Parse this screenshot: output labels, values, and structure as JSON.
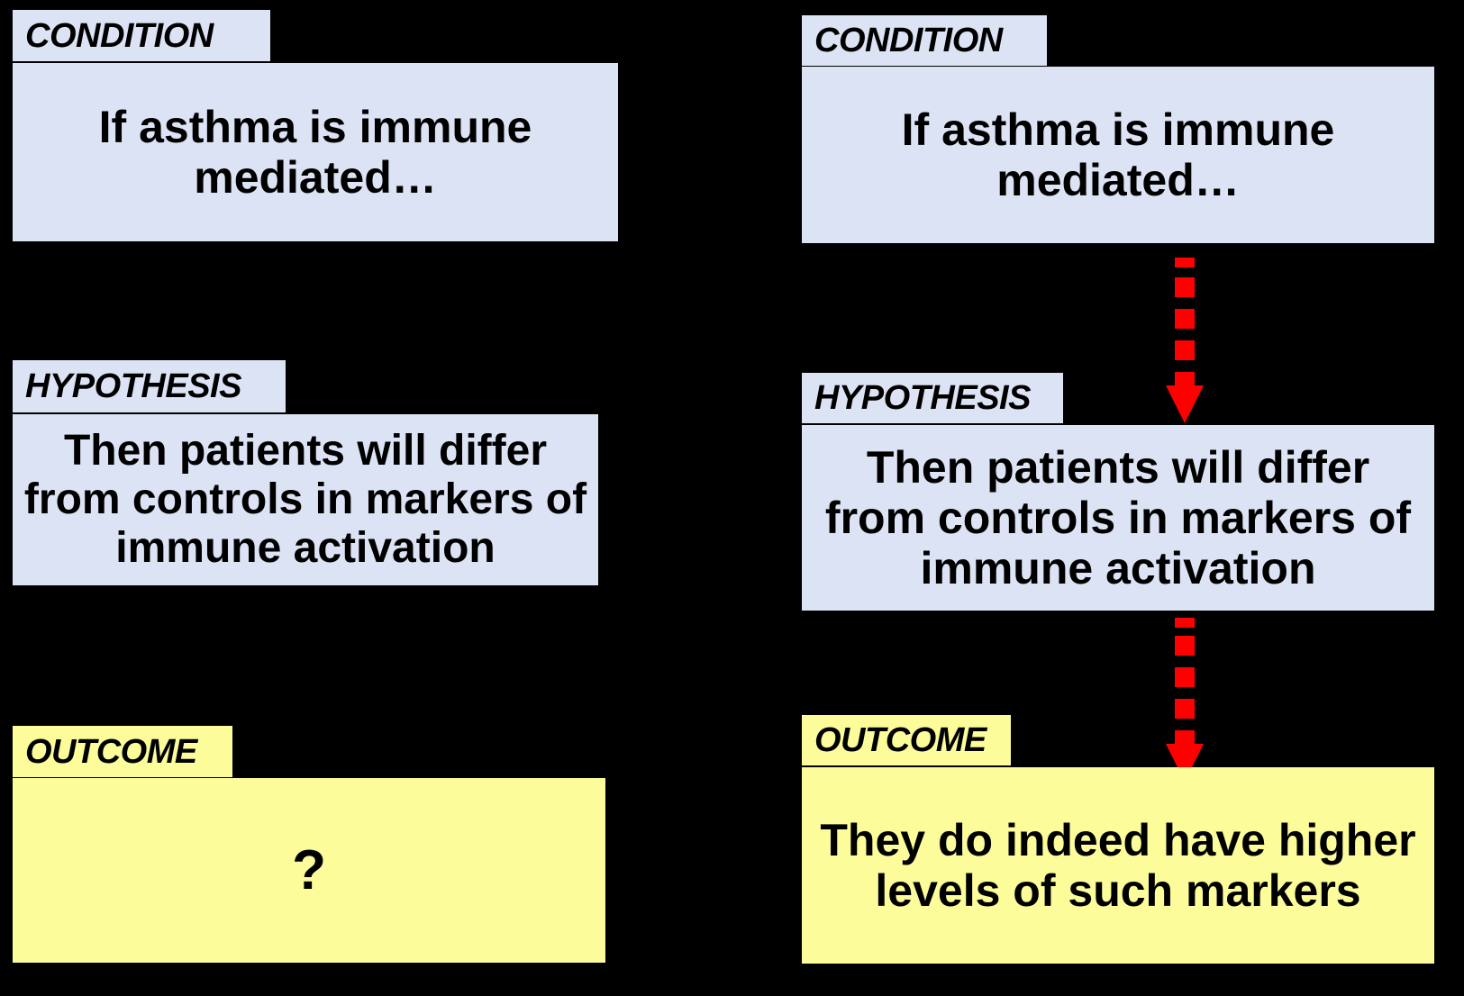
{
  "figure": {
    "type": "two-column-flow-diagram",
    "background_color": "#000000",
    "blue_fill": "#dce3f4",
    "yellow_fill": "#fcfc9a",
    "arrow_color": "#ff0000"
  },
  "columns": [
    {
      "id": "left",
      "name": "unanswered-scenario",
      "has_arrows": false,
      "rows": [
        {
          "tag": "CONDITION",
          "tag_style": "blue",
          "text": "If asthma is immune mediated…",
          "box_style": "blue"
        },
        {
          "tag": "HYPOTHESIS",
          "tag_style": "blue",
          "text": "Then patients will differ from controls in markers of immune activation",
          "box_style": "blue"
        },
        {
          "tag": "OUTCOME",
          "tag_style": "yellow",
          "text": "?",
          "box_style": "yellow"
        }
      ]
    },
    {
      "id": "right",
      "name": "answered-scenario",
      "has_arrows": true,
      "rows": [
        {
          "tag": "CONDITION",
          "tag_style": "blue",
          "text": "If asthma is immune mediated…",
          "box_style": "blue"
        },
        {
          "tag": "HYPOTHESIS",
          "tag_style": "blue",
          "text": "Then patients will differ from controls in markers of immune activation",
          "box_style": "blue"
        },
        {
          "tag": "OUTCOME",
          "tag_style": "yellow",
          "text": "They do indeed have higher levels of such markers",
          "box_style": "yellow"
        }
      ]
    }
  ],
  "arrows": [
    {
      "name": "condition-to-hypothesis-arrow",
      "direction": "down",
      "style": "dashed",
      "color": "#ff0000"
    },
    {
      "name": "hypothesis-to-outcome-arrow",
      "direction": "down",
      "style": "dashed",
      "color": "#ff0000"
    }
  ]
}
